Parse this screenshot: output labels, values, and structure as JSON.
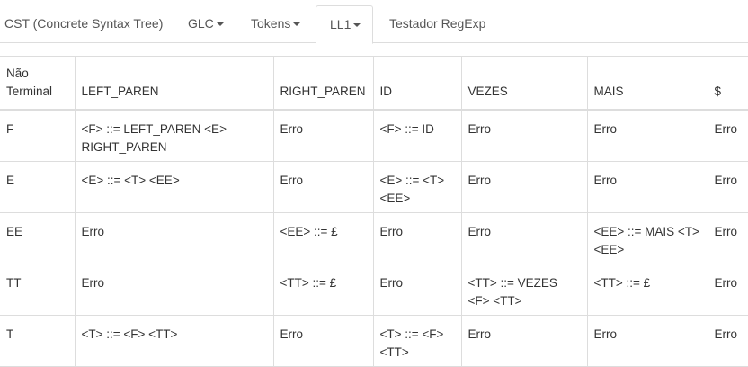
{
  "tabs": [
    {
      "label": "CST (Concrete Syntax Tree)",
      "caret": false,
      "active": false
    },
    {
      "label": "GLC",
      "caret": true,
      "active": false
    },
    {
      "label": "Tokens",
      "caret": true,
      "active": false
    },
    {
      "label": "LL1",
      "caret": true,
      "active": true
    },
    {
      "label": "Testador RegExp",
      "caret": false,
      "active": false
    }
  ],
  "table": {
    "headers": [
      "Não Terminal",
      "LEFT_PAREN",
      "RIGHT_PAREN",
      "ID",
      "VEZES",
      "MAIS",
      "$"
    ],
    "rows": [
      [
        "F",
        "<F> ::= LEFT_PAREN <E> RIGHT_PAREN",
        "Erro",
        "<F> ::= ID",
        "Erro",
        "Erro",
        "Erro"
      ],
      [
        "E",
        "<E> ::= <T> <EE>",
        "Erro",
        "<E> ::= <T> <EE>",
        "Erro",
        "Erro",
        "Erro"
      ],
      [
        "EE",
        "Erro",
        "<EE> ::= £",
        "Erro",
        "Erro",
        "<EE> ::= MAIS <T> <EE>",
        "Erro"
      ],
      [
        "TT",
        "Erro",
        "<TT> ::= £",
        "Erro",
        "<TT> ::= VEZES <F> <TT>",
        "<TT> ::= £",
        "Erro"
      ],
      [
        "T",
        "<T> ::= <F> <TT>",
        "Erro",
        "<T> ::= <F> <TT>",
        "Erro",
        "Erro",
        "Erro"
      ]
    ]
  }
}
